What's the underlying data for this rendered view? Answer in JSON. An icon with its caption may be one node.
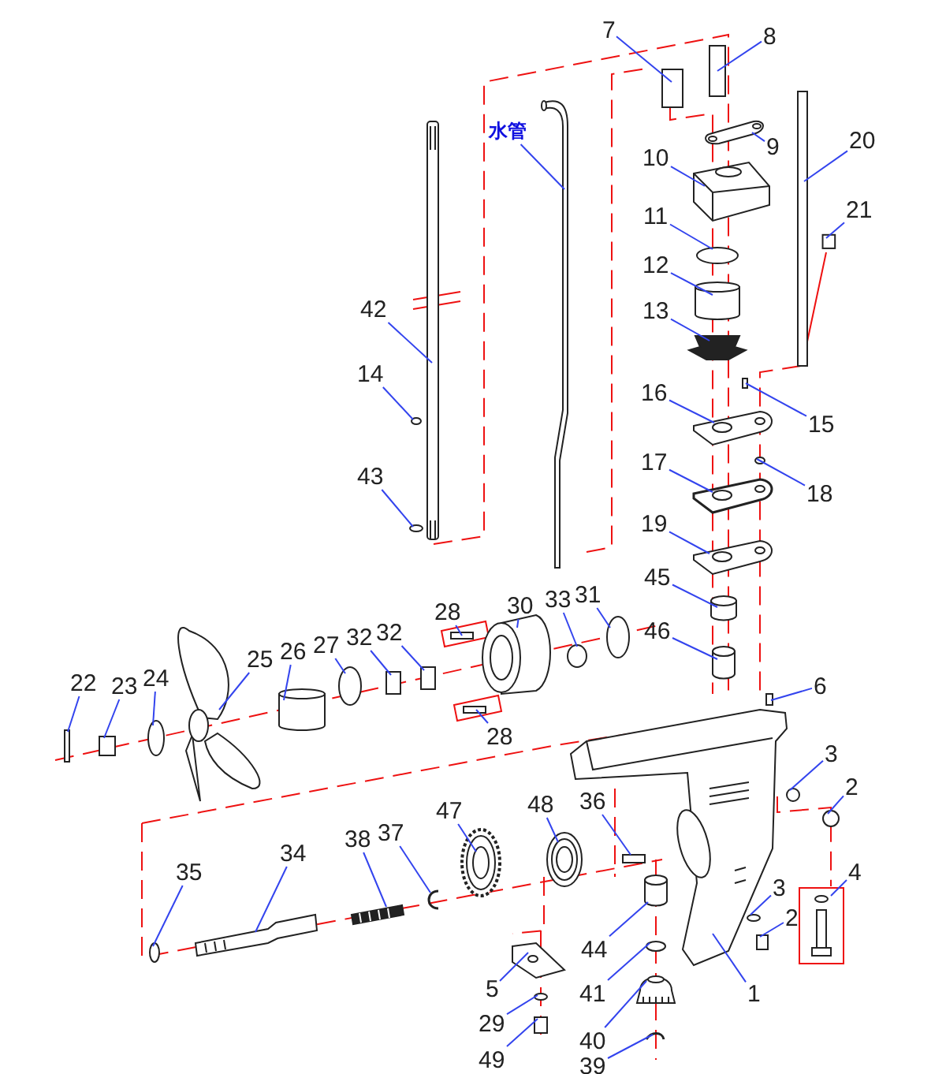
{
  "diagram": {
    "nodes": [
      {
        "text": [
          "7"
        ]
      },
      {
        "text": [
          "8"
        ]
      },
      {
        "text": [
          "水管"
        ]
      },
      {
        "text": [
          "9"
        ]
      },
      {
        "text": [
          "10"
        ]
      },
      {
        "text": [
          "20"
        ]
      },
      {
        "text": [
          "21"
        ]
      },
      {
        "text": [
          "11"
        ]
      },
      {
        "text": [
          "12"
        ]
      },
      {
        "text": [
          "42"
        ]
      },
      {
        "text": [
          "13"
        ]
      },
      {
        "text": [
          "14"
        ]
      },
      {
        "text": [
          "16"
        ]
      },
      {
        "text": [
          "15"
        ]
      },
      {
        "text": [
          "43"
        ]
      },
      {
        "text": [
          "17"
        ]
      },
      {
        "text": [
          "18"
        ]
      },
      {
        "text": [
          "19"
        ]
      },
      {
        "text": [
          "45"
        ]
      },
      {
        "text": [
          "28"
        ]
      },
      {
        "text": [
          "30"
        ]
      },
      {
        "text": [
          "33"
        ]
      },
      {
        "text": [
          "31"
        ]
      },
      {
        "text": [
          "46"
        ]
      },
      {
        "text": [
          "25"
        ]
      },
      {
        "text": [
          "26"
        ]
      },
      {
        "text": [
          "27"
        ]
      },
      {
        "text": [
          "32"
        ]
      },
      {
        "text": [
          "32"
        ]
      },
      {
        "text": [
          "22"
        ]
      },
      {
        "text": [
          "23"
        ]
      },
      {
        "text": [
          "24"
        ]
      },
      {
        "text": [
          "6"
        ]
      },
      {
        "text": [
          "28"
        ]
      },
      {
        "text": [
          "3"
        ]
      },
      {
        "text": [
          "2"
        ]
      },
      {
        "text": [
          "36"
        ]
      },
      {
        "text": [
          "48"
        ]
      },
      {
        "text": [
          "47"
        ]
      },
      {
        "text": [
          "37"
        ]
      },
      {
        "text": [
          "38"
        ]
      },
      {
        "text": [
          "34"
        ]
      },
      {
        "text": [
          "4"
        ]
      },
      {
        "text": [
          "3"
        ]
      },
      {
        "text": [
          "2"
        ]
      },
      {
        "text": [
          "35"
        ]
      },
      {
        "text": [
          "44"
        ]
      },
      {
        "text": [
          "41"
        ]
      },
      {
        "text": [
          "5"
        ]
      },
      {
        "text": [
          "1"
        ]
      },
      {
        "text": [
          "40"
        ]
      },
      {
        "text": [
          "29"
        ]
      },
      {
        "text": [
          "49"
        ]
      },
      {
        "text": [
          "39"
        ]
      },
      {
        "text": [],
        "shape": "box"
      },
      {
        "text": [],
        "shape": "box"
      },
      {
        "text": [],
        "shape": "picture"
      },
      {
        "text": [],
        "shape": "picture"
      },
      {
        "text": [],
        "shape": "picture"
      },
      {
        "text": [],
        "shape": "bar"
      },
      {
        "text": [],
        "shape": "box"
      },
      {
        "text": [],
        "shape": "circle"
      },
      {
        "text": [],
        "shape": "cylinder"
      },
      {
        "text": [],
        "shape": "picture"
      },
      {
        "text": [],
        "shape": "picture"
      },
      {
        "text": [],
        "shape": "circle"
      },
      {
        "text": [],
        "shape": "picture"
      },
      {
        "text": [],
        "shape": "box"
      },
      {
        "text": [],
        "shape": "circle"
      },
      {
        "text": [],
        "shape": "picture"
      },
      {
        "text": [],
        "shape": "circle"
      },
      {
        "text": [],
        "shape": "picture"
      },
      {
        "text": [],
        "shape": "cylinder"
      },
      {
        "text": [],
        "shape": "box"
      },
      {
        "text": [],
        "shape": "picture"
      },
      {
        "text": [],
        "shape": "circle"
      },
      {
        "text": [],
        "shape": "circle"
      },
      {
        "text": [],
        "shape": "cylinder"
      },
      {
        "text": [],
        "shape": "picture"
      },
      {
        "text": [],
        "shape": "cylinder"
      },
      {
        "text": [],
        "shape": "circle"
      },
      {
        "text": [],
        "shape": "box"
      },
      {
        "text": [],
        "shape": "box"
      },
      {
        "text": [],
        "shape": "box"
      },
      {
        "text": [],
        "shape": "box"
      },
      {
        "text": [],
        "shape": "circle"
      },
      {
        "text": [],
        "shape": "box"
      },
      {
        "text": [],
        "shape": "box"
      },
      {
        "text": [],
        "shape": "circle"
      },
      {
        "text": [],
        "shape": "circle"
      },
      {
        "text": [],
        "shape": "box"
      },
      {
        "text": [],
        "shape": "picture"
      },
      {
        "text": [],
        "shape": "picture"
      },
      {
        "text": [],
        "shape": "picture"
      },
      {
        "text": [],
        "shape": "picture"
      },
      {
        "text": [],
        "shape": "picture"
      },
      {
        "text": [],
        "shape": "picture"
      },
      {
        "text": [],
        "shape": "circle"
      },
      {
        "text": [],
        "shape": "box"
      },
      {
        "text": [],
        "shape": "circle"
      },
      {
        "text": [],
        "shape": "cylinder"
      },
      {
        "text": [],
        "shape": "circle"
      },
      {
        "text": [],
        "shape": "picture"
      },
      {
        "text": [],
        "shape": "picture"
      },
      {
        "text": [],
        "shape": "picture"
      },
      {
        "text": [],
        "shape": "circle"
      },
      {
        "text": [],
        "shape": "box"
      },
      {
        "text": [],
        "shape": "picture"
      }
    ],
    "edges": [
      {
        "from": 0,
        "to": 54,
        "arrow": "none"
      },
      {
        "from": 1,
        "to": 55,
        "arrow": "none"
      },
      {
        "from": 2,
        "to": 56,
        "arrow": "none"
      },
      {
        "from": 3,
        "to": 57,
        "arrow": "none"
      },
      {
        "from": 4,
        "to": 58,
        "arrow": "none"
      },
      {
        "from": 5,
        "to": 59,
        "arrow": "none"
      },
      {
        "from": 6,
        "to": 60,
        "arrow": "none"
      },
      {
        "from": 7,
        "to": 61,
        "arrow": "none"
      },
      {
        "from": 8,
        "to": 62,
        "arrow": "none"
      },
      {
        "from": 9,
        "to": 63,
        "arrow": "none"
      },
      {
        "from": 10,
        "to": 64,
        "arrow": "none"
      },
      {
        "from": 11,
        "to": 65,
        "arrow": "none"
      },
      {
        "from": 12,
        "to": 66,
        "arrow": "none"
      },
      {
        "from": 13,
        "to": 67,
        "arrow": "none"
      },
      {
        "from": 14,
        "to": 68,
        "arrow": "none"
      },
      {
        "from": 15,
        "to": 69,
        "arrow": "none"
      },
      {
        "from": 16,
        "to": 70,
        "arrow": "none"
      },
      {
        "from": 17,
        "to": 71,
        "arrow": "none"
      },
      {
        "from": 18,
        "to": 72,
        "arrow": "none"
      },
      {
        "from": 19,
        "to": 73,
        "arrow": "none"
      },
      {
        "from": 20,
        "to": 74,
        "arrow": "none"
      },
      {
        "from": 21,
        "to": 75,
        "arrow": "none"
      },
      {
        "from": 22,
        "to": 76,
        "arrow": "none"
      },
      {
        "from": 23,
        "to": 77,
        "arrow": "none"
      },
      {
        "from": 24,
        "to": 78,
        "arrow": "none"
      },
      {
        "from": 25,
        "to": 79,
        "arrow": "none"
      },
      {
        "from": 26,
        "to": 80,
        "arrow": "none"
      },
      {
        "from": 27,
        "to": 81,
        "arrow": "none"
      },
      {
        "from": 28,
        "to": 82,
        "arrow": "none"
      },
      {
        "from": 29,
        "to": 83,
        "arrow": "none"
      },
      {
        "from": 30,
        "to": 84,
        "arrow": "none"
      },
      {
        "from": 31,
        "to": 85,
        "arrow": "none"
      },
      {
        "from": 32,
        "to": 86,
        "arrow": "none"
      },
      {
        "from": 33,
        "to": 87,
        "arrow": "none"
      },
      {
        "from": 34,
        "to": 88,
        "arrow": "none"
      },
      {
        "from": 35,
        "to": 89,
        "arrow": "none"
      },
      {
        "from": 36,
        "to": 90,
        "arrow": "none"
      },
      {
        "from": 37,
        "to": 91,
        "arrow": "none"
      },
      {
        "from": 38,
        "to": 92,
        "arrow": "none"
      },
      {
        "from": 39,
        "to": 93,
        "arrow": "none"
      },
      {
        "from": 40,
        "to": 94,
        "arrow": "none"
      },
      {
        "from": 41,
        "to": 95,
        "arrow": "none"
      },
      {
        "from": 42,
        "to": 96,
        "arrow": "none"
      },
      {
        "from": 43,
        "to": 97,
        "arrow": "none"
      },
      {
        "from": 44,
        "to": 98,
        "arrow": "none"
      },
      {
        "from": 45,
        "to": 99,
        "arrow": "none"
      },
      {
        "from": 46,
        "to": 100,
        "arrow": "none"
      },
      {
        "from": 47,
        "to": 101,
        "arrow": "none"
      },
      {
        "from": 48,
        "to": 102,
        "arrow": "none"
      },
      {
        "from": 49,
        "to": 103,
        "arrow": "none"
      },
      {
        "from": 50,
        "to": 104,
        "arrow": "none"
      },
      {
        "from": 51,
        "to": 105,
        "arrow": "none"
      },
      {
        "from": 52,
        "to": 106,
        "arrow": "none"
      },
      {
        "from": 53,
        "to": 107,
        "arrow": "none"
      }
    ]
  }
}
